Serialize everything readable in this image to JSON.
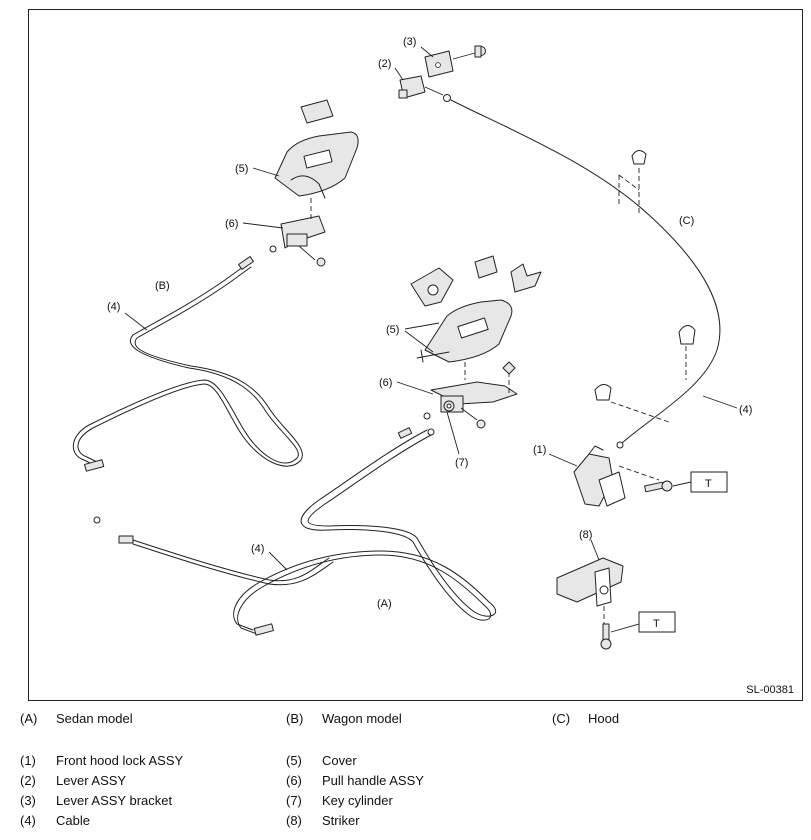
{
  "figure": {
    "code": "SL-00381",
    "torque_mark": "T",
    "callouts": {
      "c1": "(1)",
      "c2": "(2)",
      "c3": "(3)",
      "c4": "(4)",
      "c5": "(5)",
      "c6": "(6)",
      "c7": "(7)",
      "c8": "(8)",
      "cA": "(A)",
      "cB": "(B)",
      "cC": "(C)"
    }
  },
  "legend": {
    "models": [
      {
        "key": "(A)",
        "label": "Sedan model"
      },
      {
        "key": "(B)",
        "label": "Wagon model"
      },
      {
        "key": "(C)",
        "label": "Hood"
      }
    ],
    "parts_left": [
      {
        "key": "(1)",
        "label": "Front hood lock ASSY"
      },
      {
        "key": "(2)",
        "label": "Lever ASSY"
      },
      {
        "key": "(3)",
        "label": "Lever ASSY bracket"
      },
      {
        "key": "(4)",
        "label": "Cable"
      }
    ],
    "parts_right": [
      {
        "key": "(5)",
        "label": "Cover"
      },
      {
        "key": "(6)",
        "label": "Pull handle ASSY"
      },
      {
        "key": "(7)",
        "label": "Key cylinder"
      },
      {
        "key": "(8)",
        "label": "Striker"
      }
    ]
  }
}
